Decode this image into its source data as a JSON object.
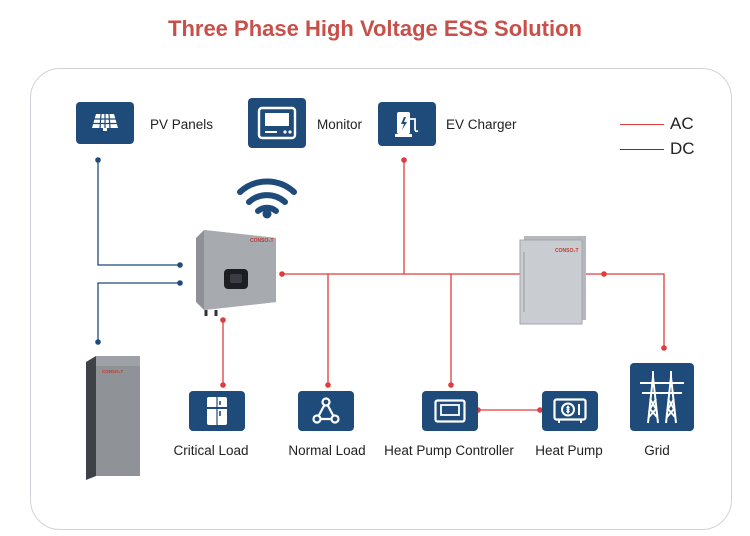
{
  "title": "Three Phase High Voltage ESS Solution",
  "legend": [
    {
      "label": "AC",
      "color": "#e03c3c"
    },
    {
      "label": "DC",
      "color": "#1f4b7a"
    }
  ],
  "colors": {
    "ac": "#e03c3c",
    "dc": "#1f4b7a",
    "tile": "#1f4b7a"
  },
  "components": {
    "pv_panels": "PV Panels",
    "monitor": "Monitor",
    "ev_charger": "EV Charger",
    "critical_load": "Critical Load",
    "normal_load": "Normal Load",
    "heat_pump_controller": "Heat Pump Controller",
    "heat_pump": "Heat Pump",
    "grid": "Grid"
  },
  "devices": {
    "inverter_brand": "CONSO₂T",
    "battery_brand": "CONSO₂T",
    "meter_box_brand": "CONSO₂T"
  },
  "icons": [
    "solar-panel-icon",
    "monitor-icon",
    "ev-charger-icon",
    "wifi-icon",
    "fridge-icon",
    "network-icon",
    "controller-icon",
    "heat-pump-icon",
    "transmission-tower-icon"
  ]
}
